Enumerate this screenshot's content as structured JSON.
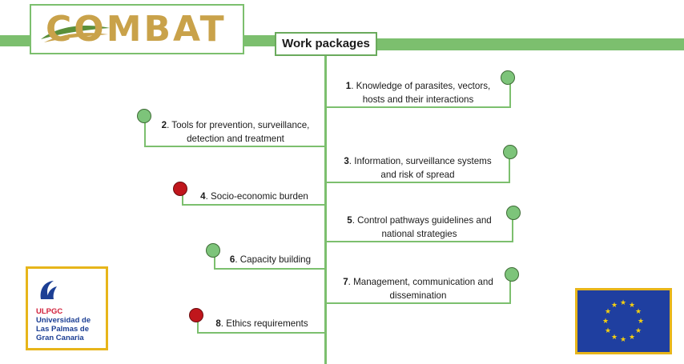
{
  "header": {
    "logo_text": "COMBAT",
    "title": "Work packages"
  },
  "colors": {
    "accent_green": "#7cbf6e",
    "status_green": "#7dc47a",
    "status_red": "#c0161c",
    "gold_border": "#e7b51a",
    "eu_blue": "#1f3fa0"
  },
  "work_packages": [
    {
      "num": "1",
      "line1": ". Knowledge of parasites, vectors,",
      "line2": "hosts and their interactions",
      "status": "green"
    },
    {
      "num": "2",
      "line1": ". Tools for prevention, surveillance,",
      "line2": "detection and treatment",
      "status": "green"
    },
    {
      "num": "3",
      "line1": ". Information, surveillance systems",
      "line2": "and risk of spread",
      "status": "green"
    },
    {
      "num": "4",
      "line1": ". Socio-economic burden",
      "line2": "",
      "status": "red"
    },
    {
      "num": "5",
      "line1": ". Control pathways guidelines and",
      "line2": "national strategies",
      "status": "green"
    },
    {
      "num": "6",
      "line1": ". Capacity building",
      "line2": "",
      "status": "green"
    },
    {
      "num": "7",
      "line1": ". Management, communication and",
      "line2": "dissemination",
      "status": "green"
    },
    {
      "num": "8",
      "line1": ". Ethics requirements",
      "line2": "",
      "status": "red"
    }
  ],
  "ulpgc_logo": {
    "acronym": "ULPGC",
    "line1": "Universidad de",
    "line2": "Las Palmas de",
    "line3": "Gran Canaria"
  },
  "eu_flag": {
    "icon": "eu-flag-icon"
  }
}
